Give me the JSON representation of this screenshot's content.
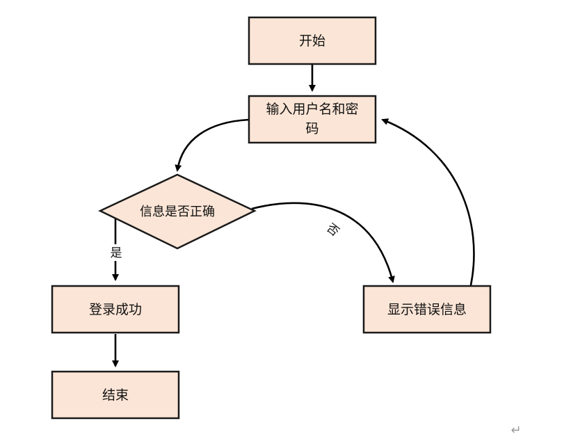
{
  "diagram": {
    "type": "flowchart",
    "nodes": {
      "start": {
        "label": "开始"
      },
      "input": {
        "label_line1": "输入用户名和密",
        "label_line2": "码"
      },
      "decision": {
        "label": "信息是否正确"
      },
      "success": {
        "label": "登录成功"
      },
      "end": {
        "label": "结束"
      },
      "error": {
        "label": "显示错误信息"
      }
    },
    "edges": [
      {
        "from": "start",
        "to": "input",
        "label": ""
      },
      {
        "from": "input",
        "to": "decision",
        "label": ""
      },
      {
        "from": "decision",
        "to": "success",
        "label": "是"
      },
      {
        "from": "decision",
        "to": "error",
        "label": "否"
      },
      {
        "from": "success",
        "to": "end",
        "label": ""
      },
      {
        "from": "error",
        "to": "input",
        "label": ""
      }
    ],
    "edge_labels": {
      "yes": "是",
      "no": "否"
    },
    "colors": {
      "node_fill": "#fbe5d6",
      "node_stroke": "#1a1a1a",
      "edge": "#000000"
    }
  },
  "page": {
    "paragraph_mark": "↵"
  }
}
